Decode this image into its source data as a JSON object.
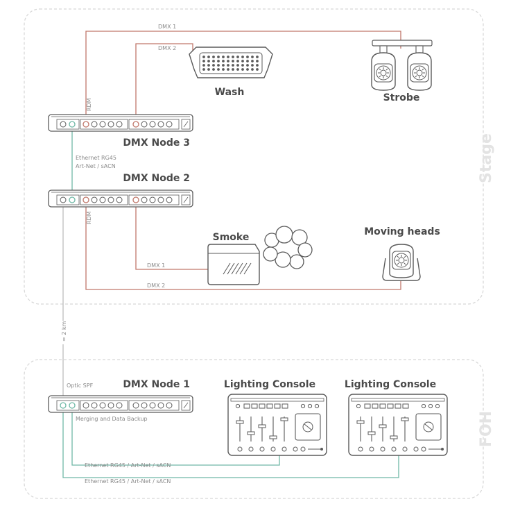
{
  "zones": {
    "stage": "Stage",
    "foh": "FOH"
  },
  "nodes": {
    "node3": "DMX Node 3",
    "node2": "DMX Node 2",
    "node1": "DMX Node 1"
  },
  "fixtures": {
    "wash": "Wash",
    "strobe": "Strobe",
    "smoke": "Smoke",
    "moving_heads": "Moving heads"
  },
  "consoles": {
    "console1": "Lighting Console",
    "console2": "Lighting Console"
  },
  "links": {
    "dmx1_top": "DMX 1",
    "dmx2_top": "DMX 2",
    "rdm_top": "RDM",
    "ethernet_a": "Ethernet RG45",
    "ethernet_b": "Art-Net / sACN",
    "rdm_mid": "RDM",
    "dmx1_mid": "DMX 1",
    "dmx2_mid": "DMX 2",
    "fiber": "= 2 km",
    "optic": "Optic SPF",
    "merging": "Merging and Data Backup",
    "eth_console1": "Ethernet RG45 / Art-Net / sACN",
    "eth_console2": "Ethernet RG45 / Art-Net / sACN"
  },
  "colors": {
    "dmx": "#c0776a",
    "ethernet": "#6fb8a6",
    "outline": "#5a5a5a",
    "zone_border": "#d6d6d6",
    "fiber": "#bdbdbd"
  }
}
